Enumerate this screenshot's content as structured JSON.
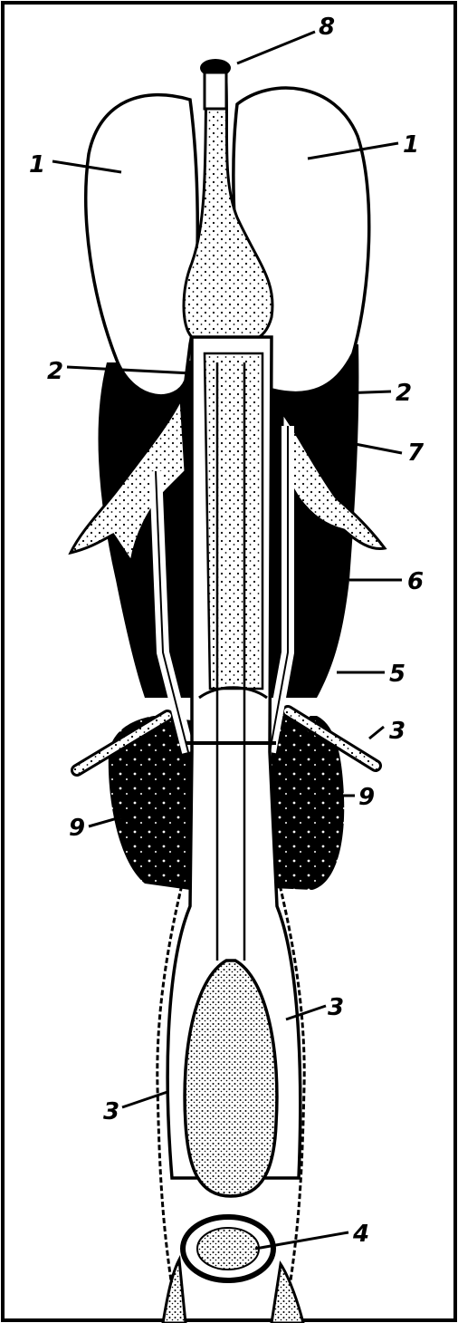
{
  "diagram": {
    "labels": {
      "l1_left": "1",
      "l1_right": "1",
      "l2_left": "2",
      "l2_right": "2",
      "l3_mid_right": "3",
      "l3_low_right": "3",
      "l3_low_left": "3",
      "l4": "4",
      "l5": "5",
      "l6": "6",
      "l7": "7",
      "l8": "8",
      "l9_left": "9",
      "l9_right": "9"
    },
    "colors": {
      "ink": "#000000",
      "paper": "#ffffff",
      "stipple": "#000000"
    }
  }
}
